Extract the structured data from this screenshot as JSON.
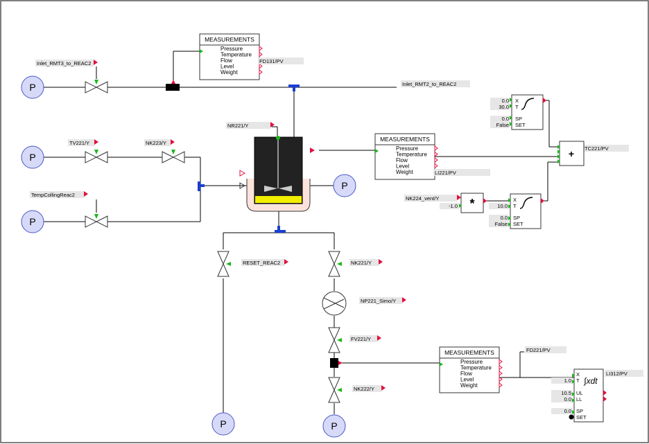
{
  "tags": {
    "inlet_rmt3": "Inlet_RMT3_to_REAC2",
    "inlet_rmt2": "Inlet_RMT2_to_REAC2",
    "fd131": "FD131/PV",
    "nr221": "NR221/Y",
    "tv221": "TV221/Y",
    "nk223": "NK223/Y",
    "tempcolling": "TempCollingReac2",
    "li221": "LI221/PV",
    "tc221": "TC221/PV",
    "nk224": "NK224_vent/Y",
    "reset_reac2": "RESET_REAC2",
    "nk221": "NK221/Y",
    "np221": "NP221_Simo/Y",
    "fv221": "FV221/Y",
    "fd221": "FD221/PV",
    "nk222": "NK222/Y",
    "li312": "LI312/PV"
  },
  "measurements": {
    "title": "MEASUREMENTS",
    "items": [
      "Pressure",
      "Temperature",
      "Flow",
      "Level",
      "Weight"
    ]
  },
  "pump_label": "P",
  "func_block_1": {
    "x_value": "0.0",
    "x_label": "X",
    "t_value": "30.0",
    "t_label": "T",
    "sp_value": "0.0",
    "sp_label": "SP",
    "set_value": "False",
    "set_label": "SET"
  },
  "func_block_2": {
    "x_label": "X",
    "t_value": "10.0",
    "t_label": "T",
    "sp_value": "0.0",
    "sp_label": "SP",
    "set_value": "False",
    "set_label": "SET"
  },
  "sum_block": {
    "symbol": "+"
  },
  "mult_block": {
    "symbol": "*",
    "input_value": "-1.0"
  },
  "integrator": {
    "symbol": "∫xdt",
    "x_label": "X",
    "t_label": "T",
    "t_value": "1.0",
    "ul_label": "UL",
    "ul_value": "10.5",
    "ll_label": "LL",
    "ll_value": "0.0",
    "sp_label": "SP",
    "sp_value": "0.0",
    "set_label": "SET"
  },
  "colors": {
    "pump_fill": "#d6daf8",
    "pump_stroke": "#4a56c8",
    "tee": "#1a3fd0",
    "marker_red": "#e0103c",
    "marker_green": "#18b818",
    "reactor_liquid": "#f2ee00",
    "reactor_base": "#fbe3dc"
  }
}
